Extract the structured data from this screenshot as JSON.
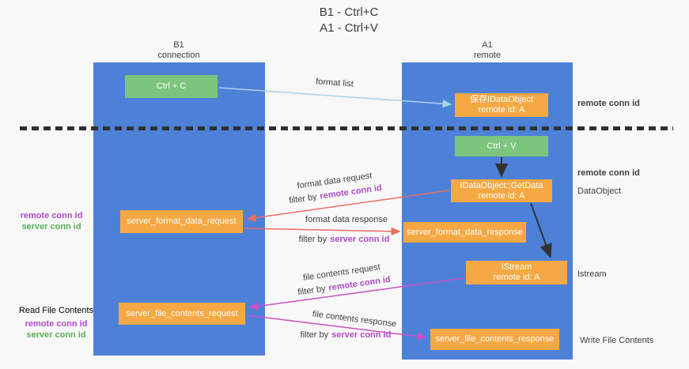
{
  "title": {
    "line1": "B1 - Ctrl+C",
    "line2": "A1 - Ctrl+V"
  },
  "lanes": {
    "b1": {
      "name": "B1",
      "subtitle": "connection"
    },
    "a1": {
      "name": "A1",
      "subtitle": "remote"
    }
  },
  "nodes": {
    "ctrl_c": {
      "label": "Ctrl + C"
    },
    "ctrl_v": {
      "label": "Ctrl + V"
    },
    "save_idataobject": {
      "line1": "保存IDataObject",
      "line2": "remote id: A"
    },
    "getdata": {
      "line1": "IDataObject::GetData",
      "line2": "remote id: A"
    },
    "istream": {
      "line1": "IStream",
      "line2": "remote id: A"
    },
    "format_request": {
      "label": "server_format_data_request"
    },
    "format_response": {
      "label": "server_format_data_response"
    },
    "file_request": {
      "label": "server_file_contents_request"
    },
    "file_response": {
      "label": "server_file_contents_response"
    }
  },
  "messages": {
    "format_list": {
      "label": "format list"
    },
    "format_request": {
      "label": "format data request",
      "filter_prefix": "filter by",
      "filter_key": "remote conn id"
    },
    "format_response": {
      "label": "format data response",
      "filter_prefix": "filter by",
      "filter_key": "server conn id"
    },
    "file_request": {
      "label": "file contents request",
      "filter_prefix": "filter by",
      "filter_key": "remote conn id"
    },
    "file_response": {
      "label": "file contents response",
      "filter_prefix": "filter by",
      "filter_key": "server conn id"
    }
  },
  "annotations": {
    "left_format": {
      "remote": "remote conn id",
      "server": "server conn id"
    },
    "left_file": {
      "title": "Read File Contents",
      "remote": "remote conn id",
      "server": "server conn id"
    },
    "right_save": {
      "label": "remote conn id"
    },
    "right_ctrlv": {
      "label": "remote conn id"
    },
    "right_dataobject": {
      "label": "DataObject"
    },
    "right_istream": {
      "label": "Istream"
    },
    "right_write": {
      "label": "Write File Contents"
    }
  },
  "colors": {
    "lane_blue": "#4d81d8",
    "node_orange": "#f5a843",
    "node_green": "#7cc57e",
    "arrow_blue": "#a9d2f0",
    "arrow_red": "#ec6e66",
    "arrow_magenta": "#ca50c6",
    "arrow_black": "#333333",
    "label_purple": "#ae4cc9",
    "label_green": "#56b158"
  }
}
